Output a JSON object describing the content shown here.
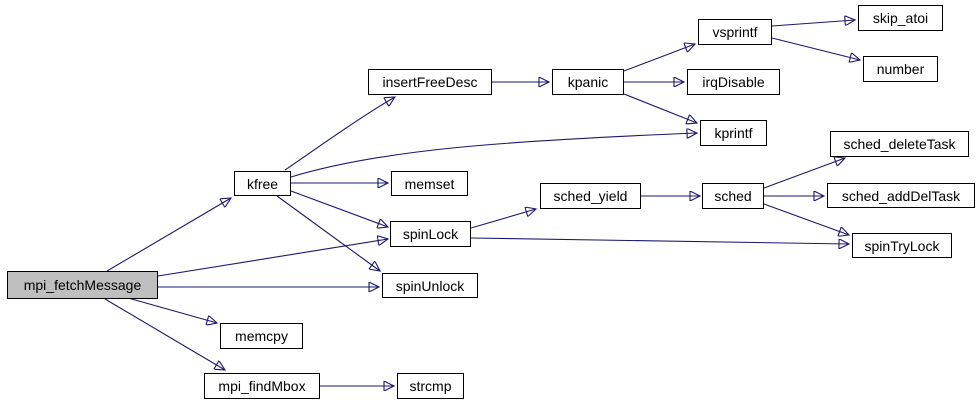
{
  "diagram": {
    "type": "call-graph",
    "background_color": "#ffffff",
    "edge_color": "#191970",
    "node_border_color": "#000000",
    "node_fill": "#ffffff",
    "highlight_fill": "#bfbfbf",
    "root": "mpi_fetchMessage",
    "nodes": [
      {
        "id": "mpi_fetchMessage",
        "label": "mpi_fetchMessage",
        "highlighted": true
      },
      {
        "id": "kfree",
        "label": "kfree",
        "highlighted": false
      },
      {
        "id": "insertFreeDesc",
        "label": "insertFreeDesc",
        "highlighted": false
      },
      {
        "id": "kpanic",
        "label": "kpanic",
        "highlighted": false
      },
      {
        "id": "vsprintf",
        "label": "vsprintf",
        "highlighted": false
      },
      {
        "id": "skip_atoi",
        "label": "skip_atoi",
        "highlighted": false
      },
      {
        "id": "number",
        "label": "number",
        "highlighted": false
      },
      {
        "id": "irqDisable",
        "label": "irqDisable",
        "highlighted": false
      },
      {
        "id": "kprintf",
        "label": "kprintf",
        "highlighted": false
      },
      {
        "id": "memset",
        "label": "memset",
        "highlighted": false
      },
      {
        "id": "spinLock",
        "label": "spinLock",
        "highlighted": false
      },
      {
        "id": "spinUnlock",
        "label": "spinUnlock",
        "highlighted": false
      },
      {
        "id": "sched_yield",
        "label": "sched_yield",
        "highlighted": false
      },
      {
        "id": "sched",
        "label": "sched",
        "highlighted": false
      },
      {
        "id": "sched_deleteTask",
        "label": "sched_deleteTask",
        "highlighted": false
      },
      {
        "id": "sched_addDelTask",
        "label": "sched_addDelTask",
        "highlighted": false
      },
      {
        "id": "spinTryLock",
        "label": "spinTryLock",
        "highlighted": false
      },
      {
        "id": "memcpy",
        "label": "memcpy",
        "highlighted": false
      },
      {
        "id": "mpi_findMbox",
        "label": "mpi_findMbox",
        "highlighted": false
      },
      {
        "id": "strcmp",
        "label": "strcmp",
        "highlighted": false
      }
    ],
    "edges": [
      {
        "from": "mpi_fetchMessage",
        "to": "kfree"
      },
      {
        "from": "mpi_fetchMessage",
        "to": "spinLock"
      },
      {
        "from": "mpi_fetchMessage",
        "to": "spinUnlock"
      },
      {
        "from": "mpi_fetchMessage",
        "to": "memcpy"
      },
      {
        "from": "mpi_fetchMessage",
        "to": "mpi_findMbox"
      },
      {
        "from": "kfree",
        "to": "insertFreeDesc"
      },
      {
        "from": "kfree",
        "to": "kprintf"
      },
      {
        "from": "kfree",
        "to": "memset"
      },
      {
        "from": "kfree",
        "to": "spinLock"
      },
      {
        "from": "kfree",
        "to": "spinUnlock"
      },
      {
        "from": "insertFreeDesc",
        "to": "kpanic"
      },
      {
        "from": "kpanic",
        "to": "vsprintf"
      },
      {
        "from": "kpanic",
        "to": "irqDisable"
      },
      {
        "from": "kpanic",
        "to": "kprintf"
      },
      {
        "from": "vsprintf",
        "to": "skip_atoi"
      },
      {
        "from": "vsprintf",
        "to": "number"
      },
      {
        "from": "spinLock",
        "to": "sched_yield"
      },
      {
        "from": "spinLock",
        "to": "spinTryLock"
      },
      {
        "from": "sched_yield",
        "to": "sched"
      },
      {
        "from": "sched",
        "to": "sched_deleteTask"
      },
      {
        "from": "sched",
        "to": "sched_addDelTask"
      },
      {
        "from": "sched",
        "to": "spinTryLock"
      },
      {
        "from": "mpi_findMbox",
        "to": "strcmp"
      }
    ]
  }
}
